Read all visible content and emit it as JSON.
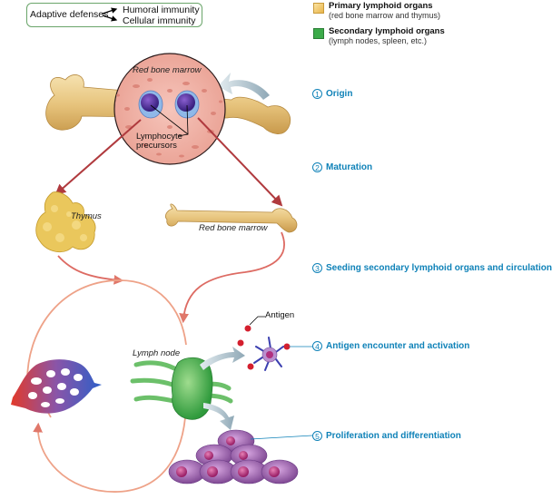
{
  "summary_box": {
    "label": "Adaptive defenses",
    "branches": [
      "Humoral immunity",
      "Cellular immunity"
    ]
  },
  "legend": [
    {
      "title": "Primary lymphoid organs",
      "subtitle": "(red bone marrow and thymus)",
      "color": "#f2c96a"
    },
    {
      "title": "Secondary lymphoid organs",
      "subtitle": "(lymph nodes, spleen, etc.)",
      "color": "#3cab4a"
    }
  ],
  "steps": [
    {
      "num": "1",
      "label": "Origin"
    },
    {
      "num": "2",
      "label": "Maturation"
    },
    {
      "num": "3",
      "label": "Seeding secondary lymphoid organs and circulation"
    },
    {
      "num": "4",
      "label": "Antigen encounter and activation"
    },
    {
      "num": "5",
      "label": "Proliferation and differentiation"
    }
  ],
  "labels": {
    "red_bone_marrow_circle": "Red bone marrow",
    "lymphocyte_precursors": "Lymphocyte precursors",
    "thymus": "Thymus",
    "red_bone_marrow_bone": "Red bone marrow",
    "lymph_node": "Lymph node",
    "antigen": "Antigen"
  },
  "colors": {
    "step_text": "#0f82b8",
    "bone": "#e9cc8c",
    "marrow": "#f3b9ae",
    "arrow_dark_red": "#b03a3e",
    "arrow_salmon": "#e08a78",
    "lymph_node": "#4db453",
    "cell_purple": "#9b5aa8"
  }
}
